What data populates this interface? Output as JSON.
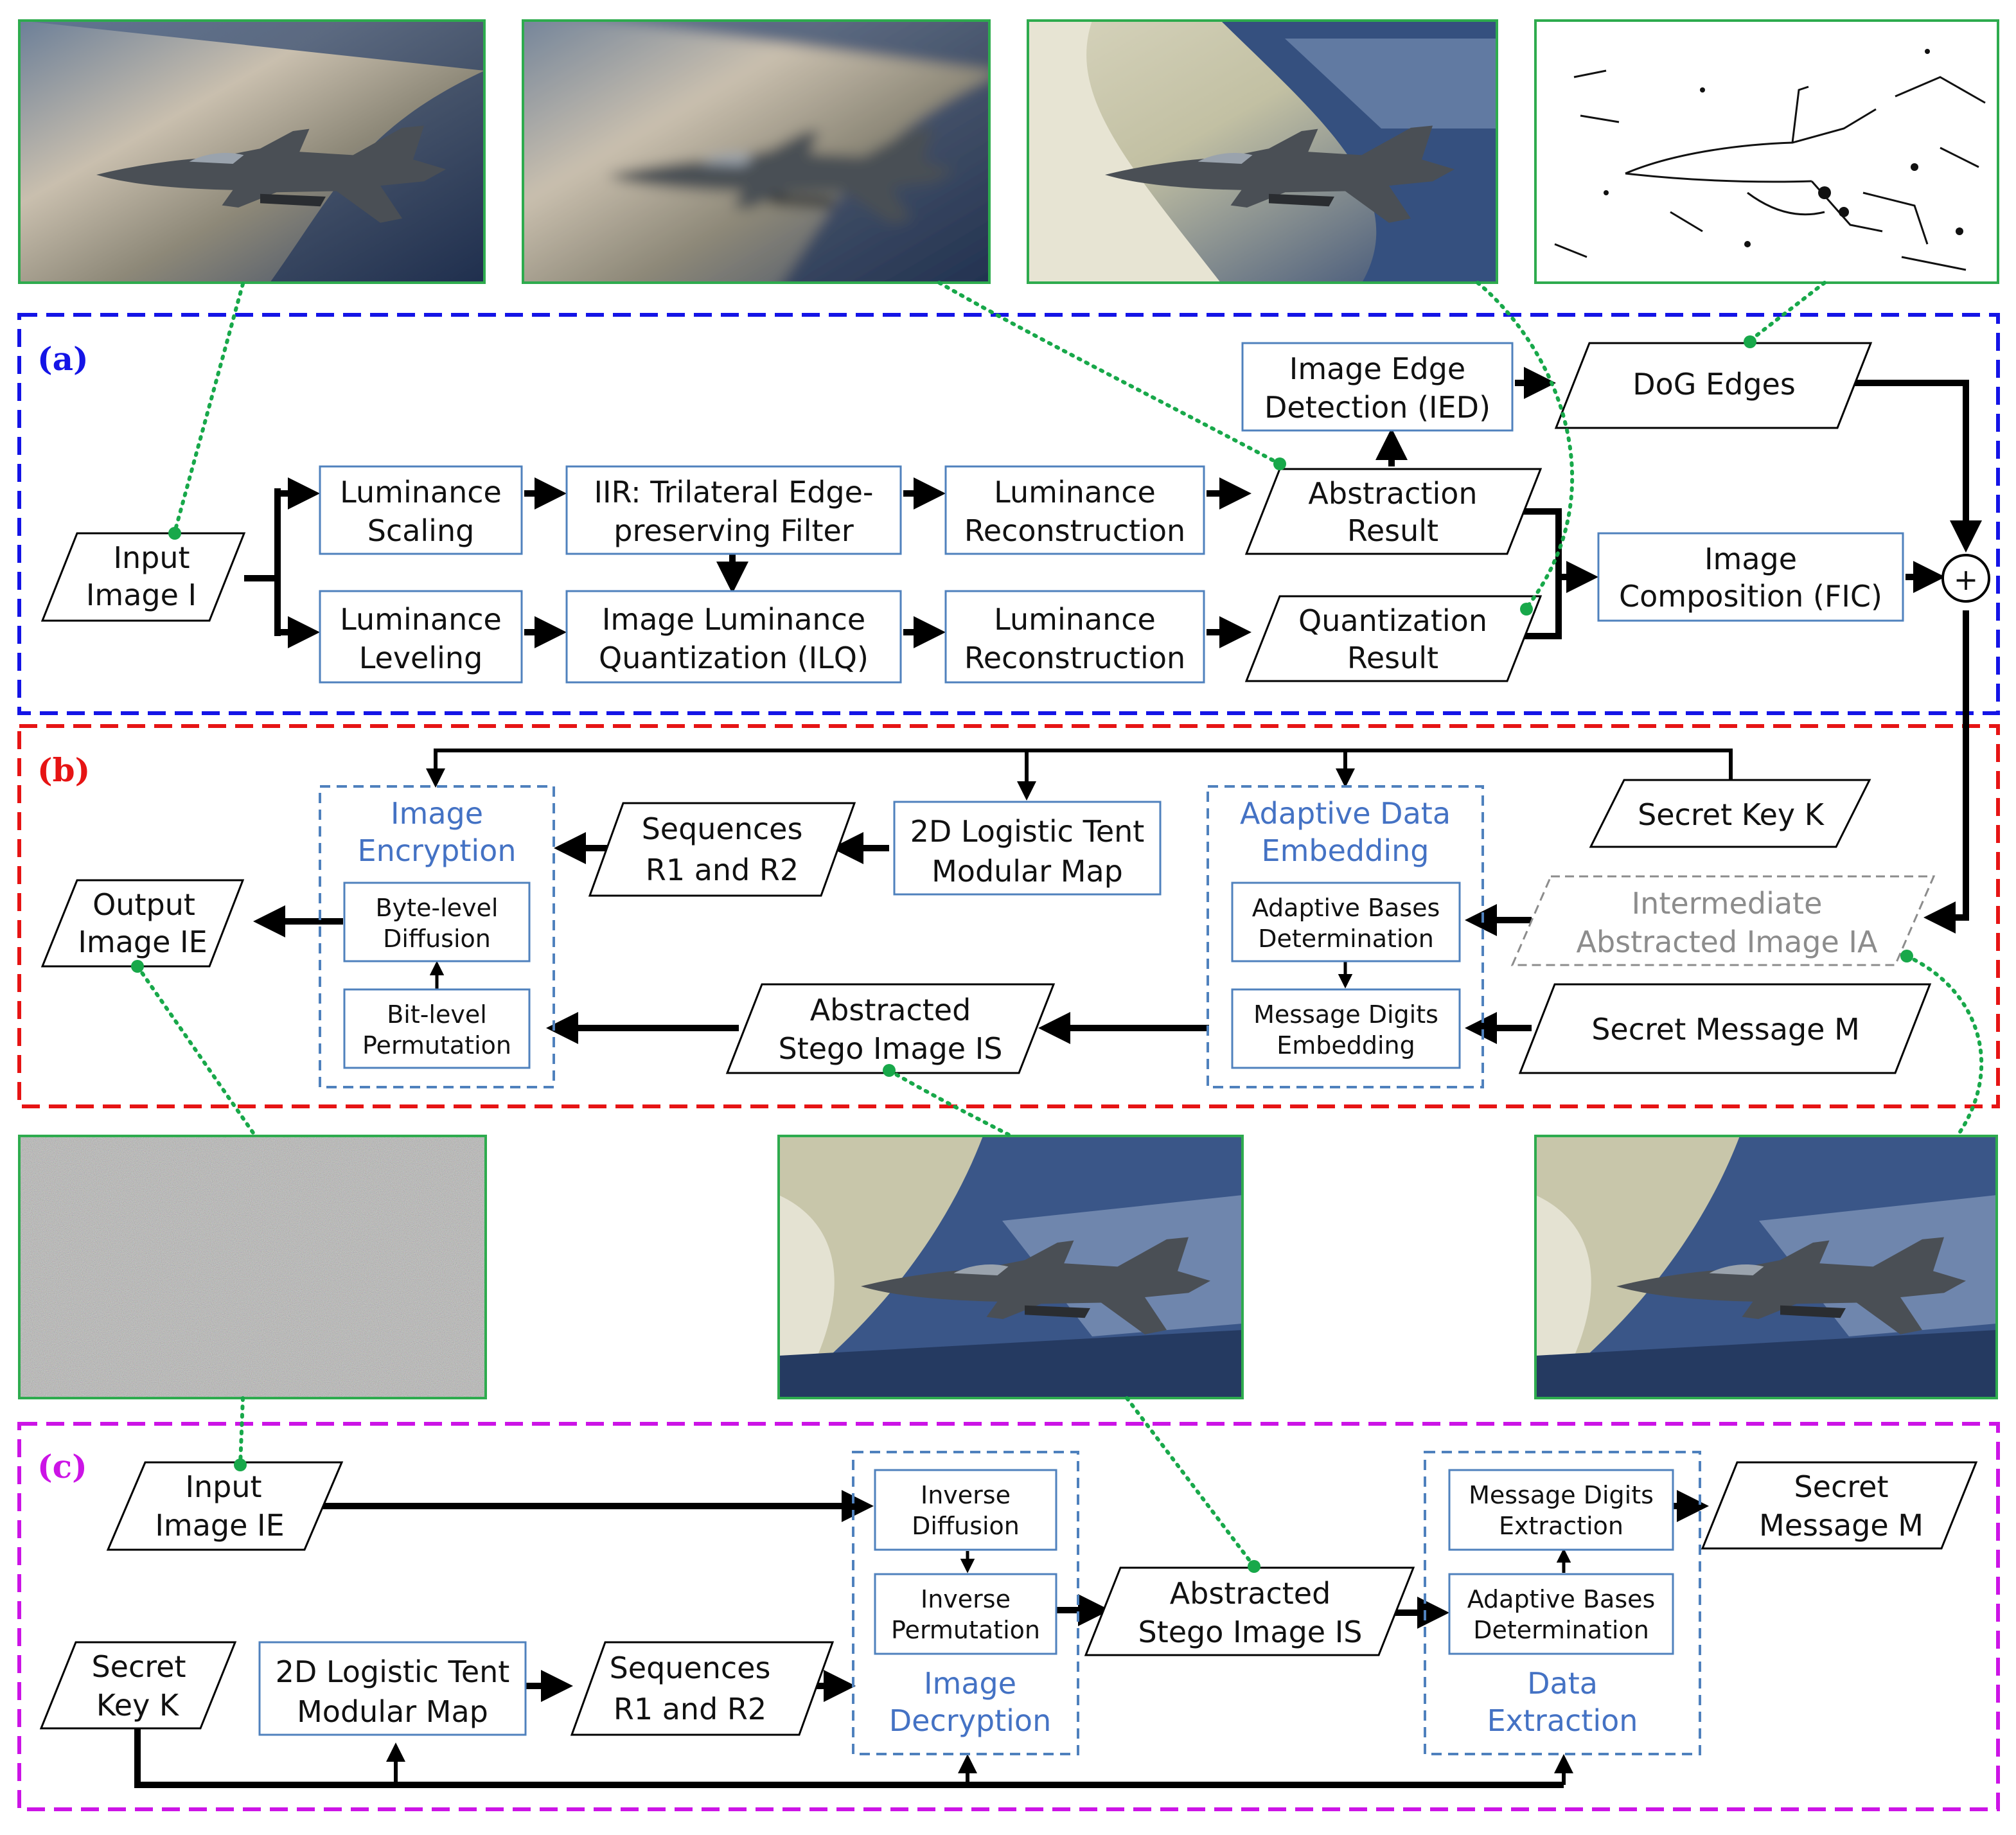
{
  "colors": {
    "section_a": "#1414e6",
    "section_b": "#e61414",
    "section_c": "#cc14e6",
    "box_stroke": "#4f81bd",
    "group_label": "#4472c4",
    "image_frame": "#2eab4e",
    "connector": "#18a84a",
    "intermediate": "#8c8c8c"
  },
  "sections": {
    "a": "(a)",
    "b": "(b)",
    "c": "(c)"
  },
  "a": {
    "input": [
      "Input",
      "Image I"
    ],
    "lum_scaling": [
      "Luminance",
      "Scaling"
    ],
    "iir": [
      "IIR: Trilateral Edge-",
      "preserving Filter"
    ],
    "lum_recon_1": [
      "Luminance",
      "Reconstruction"
    ],
    "abstraction": [
      "Abstraction",
      "Result"
    ],
    "ied": [
      "Image Edge",
      "Detection (IED)"
    ],
    "dog": "DoG Edges",
    "lum_leveling": [
      "Luminance",
      "Leveling"
    ],
    "ilq": [
      "Image Luminance",
      "Quantization (ILQ)"
    ],
    "lum_recon_2": [
      "Luminance",
      "Reconstruction"
    ],
    "quantization": [
      "Quantization",
      "Result"
    ],
    "fic": [
      "Image",
      "Composition (FIC)"
    ],
    "plus": "+"
  },
  "b": {
    "encryption": [
      "Image",
      "Encryption"
    ],
    "byte_diffusion": [
      "Byte-level",
      "Diffusion"
    ],
    "bit_permutation": [
      "Bit-level",
      "Permutation"
    ],
    "sequences": [
      "Sequences",
      "R1 and R2"
    ],
    "logistic": [
      "2D Logistic Tent",
      "Modular Map"
    ],
    "embedding": [
      "Adaptive Data",
      "Embedding"
    ],
    "bases": [
      "Adaptive Bases",
      "Determination"
    ],
    "digits_embed": [
      "Message Digits",
      "Embedding"
    ],
    "secret_key": "Secret Key K",
    "intermediate": [
      "Intermediate",
      "Abstracted Image IA"
    ],
    "secret_message": "Secret Message M",
    "stego": [
      "Abstracted",
      "Stego Image IS"
    ],
    "output": [
      "Output",
      "Image IE"
    ]
  },
  "c": {
    "input": [
      "Input",
      "Image IE"
    ],
    "inv_diffusion": [
      "Inverse",
      "Diffusion"
    ],
    "inv_permutation": [
      "Inverse",
      "Permutation"
    ],
    "decryption": [
      "Image",
      "Decryption"
    ],
    "stego": [
      "Abstracted",
      "Stego Image IS"
    ],
    "digits_extract": [
      "Message Digits",
      "Extraction"
    ],
    "bases": [
      "Adaptive Bases",
      "Determination"
    ],
    "extraction": [
      "Data",
      "Extraction"
    ],
    "secret_message": [
      "Secret",
      "Message M"
    ],
    "secret_key": [
      "Secret",
      "Key K"
    ],
    "logistic": [
      "2D Logistic Tent",
      "Modular Map"
    ],
    "sequences": [
      "Sequences",
      "R1 and R2"
    ]
  },
  "images": [
    {
      "id": "original",
      "kind": "photo"
    },
    {
      "id": "blurred",
      "kind": "blurred"
    },
    {
      "id": "quantized",
      "kind": "quantized"
    },
    {
      "id": "edges",
      "kind": "edges"
    },
    {
      "id": "encrypted",
      "kind": "noise"
    },
    {
      "id": "stego",
      "kind": "abstract"
    },
    {
      "id": "intermediate",
      "kind": "abstract"
    }
  ]
}
